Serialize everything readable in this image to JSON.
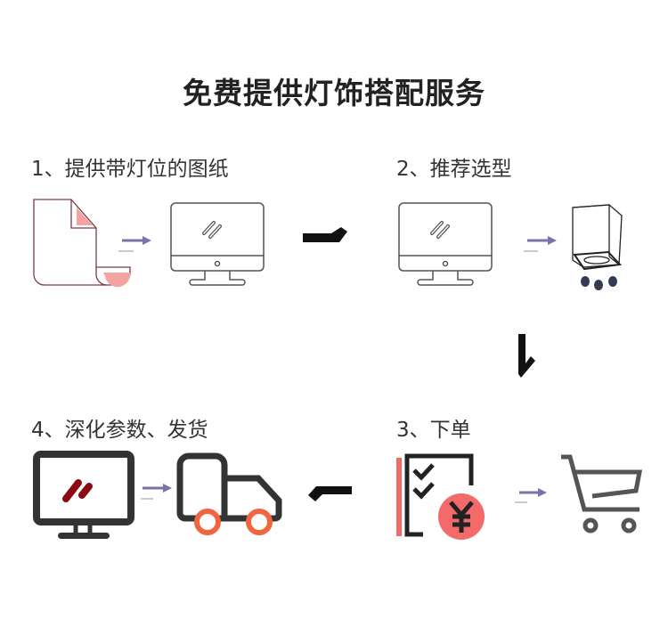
{
  "title": "免费提供灯饰搭配服务",
  "steps": [
    {
      "label": "1、提供带灯位的图纸"
    },
    {
      "label": "2、推荐选型"
    },
    {
      "label": "3、下单"
    },
    {
      "label": "4、深化参数、发货"
    }
  ],
  "colors": {
    "accent_red": "#f26a6a",
    "arrow_purple": "#7a72a8",
    "truck_wheel": "#f2663f",
    "dark_red": "#8b0a12"
  }
}
